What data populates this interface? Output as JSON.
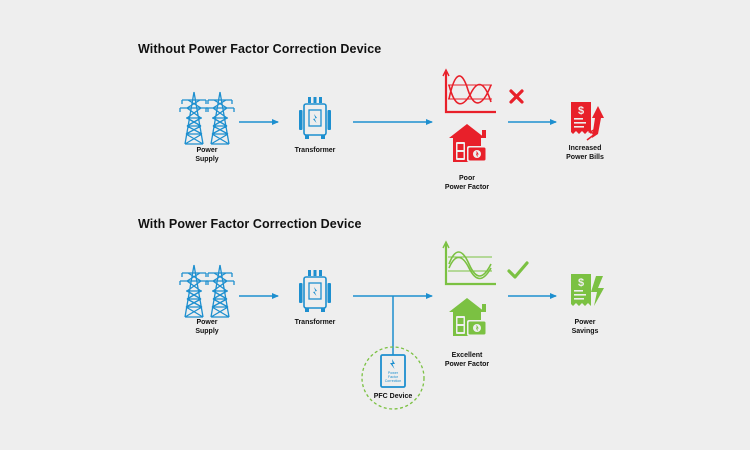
{
  "colors": {
    "blue": "#1d8fcf",
    "red": "#e8202a",
    "green": "#7bc142",
    "background": "#eeeeee",
    "text": "#111111"
  },
  "top_row": {
    "heading": "Without Power Factor Correction Device",
    "power_supply": {
      "line1": "Power",
      "line2": "Supply",
      "icon": "transmission-tower-icon"
    },
    "transformer": {
      "line1": "Transformer",
      "icon": "transformer-icon"
    },
    "poor_pf": {
      "line1": "Poor",
      "line2": "Power Factor",
      "icons": [
        "distorted-wave-chart-icon",
        "house-appliance-icon"
      ]
    },
    "status_icon": "cross-icon",
    "result": {
      "line1": "Increased",
      "line2": "Power Bills",
      "icon": "rising-bill-icon"
    }
  },
  "bottom_row": {
    "heading": "With Power Factor Correction Device",
    "power_supply": {
      "line1": "Power",
      "line2": "Supply",
      "icon": "transmission-tower-icon"
    },
    "transformer": {
      "line1": "Transformer",
      "icon": "transformer-icon"
    },
    "excellent_pf": {
      "line1": "Excellent",
      "line2": "Power Factor",
      "icons": [
        "clean-wave-chart-icon",
        "house-appliance-icon"
      ]
    },
    "status_icon": "check-icon",
    "result": {
      "line1": "Power",
      "line2": "Savings",
      "icon": "savings-bill-icon"
    },
    "pfc_device": {
      "label": "PFC Device",
      "panel_line1": "Power",
      "panel_line2": "Factor",
      "panel_line3": "Correction",
      "icon": "lightning-bolt-icon"
    }
  }
}
